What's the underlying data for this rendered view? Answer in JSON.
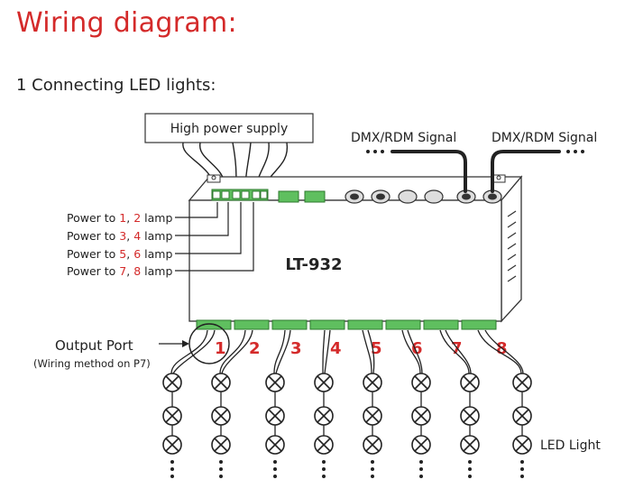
{
  "title": "Wiring diagram:",
  "subtitle": "1 Connecting LED lights:",
  "diagram": {
    "power_supply_label": "High power supply",
    "dmx_label_left": "DMX/RDM Signal",
    "dmx_label_right": "DMX/RDM Signal",
    "model": "LT-932",
    "power_lines": [
      {
        "prefix": "Power to ",
        "a": "1",
        "sep": ", ",
        "b": "2",
        "suffix": " lamp"
      },
      {
        "prefix": "Power to ",
        "a": "3",
        "sep": ", ",
        "b": "4",
        "suffix": " lamp"
      },
      {
        "prefix": "Power to ",
        "a": "5",
        "sep": ", ",
        "b": "6",
        "suffix": " lamp"
      },
      {
        "prefix": "Power to ",
        "a": "7",
        "sep": ", ",
        "b": "8",
        "suffix": " lamp"
      }
    ],
    "output_port_label": "Output Port",
    "output_port_note": "(Wiring method on P7)",
    "channels": [
      "1",
      "2",
      "3",
      "4",
      "5",
      "6",
      "7",
      "8"
    ],
    "led_light_label": "LED Light",
    "colors": {
      "accent_red": "#d42a2a",
      "line": "#222222"
    }
  }
}
